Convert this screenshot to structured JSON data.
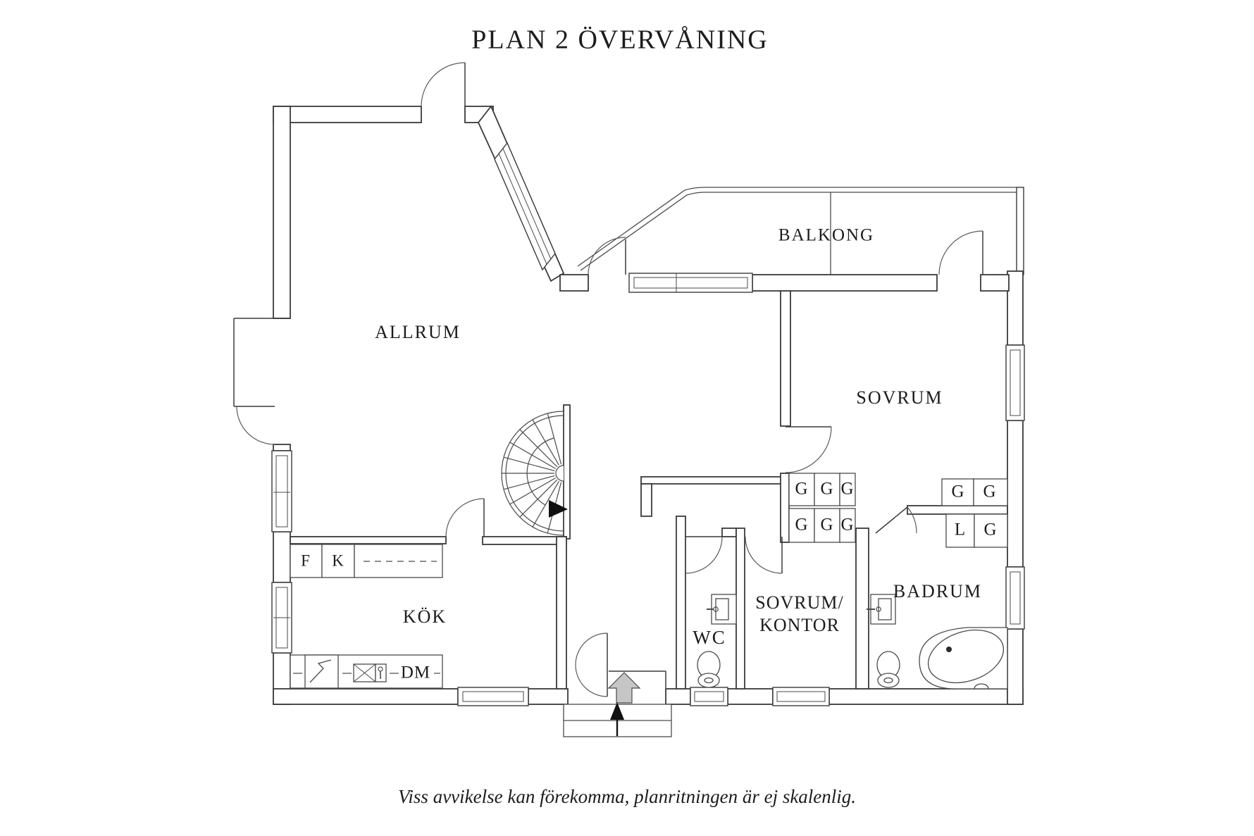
{
  "title": "PLAN 2 ÖVERVÅNING",
  "disclaimer": "Viss avvikelse kan förekomma, planritningen är ej skalenlig.",
  "rooms": {
    "allrum": "ALLRUM",
    "balkong": "BALKONG",
    "sovrum": "SOVRUM",
    "kok": "KÖK",
    "wc": "WC",
    "sovrum_kontor": [
      "SOVRUM/",
      "KONTOR"
    ],
    "badrum": "BADRUM"
  },
  "kitchen_labels": {
    "f": "F",
    "k": "K",
    "dm": "DM"
  },
  "closets": {
    "block_a": [
      "G",
      "G",
      "G",
      "G",
      "G",
      "G"
    ],
    "block_b_top": [
      "G",
      "G"
    ],
    "block_b_bottom": [
      "L",
      "G"
    ]
  },
  "colors": {
    "wall_line": "#3a3a3a",
    "text": "#1c1c1c",
    "entry_arrow_fill": "#c6c6c6",
    "direction_arrow_fill": "#111111"
  }
}
